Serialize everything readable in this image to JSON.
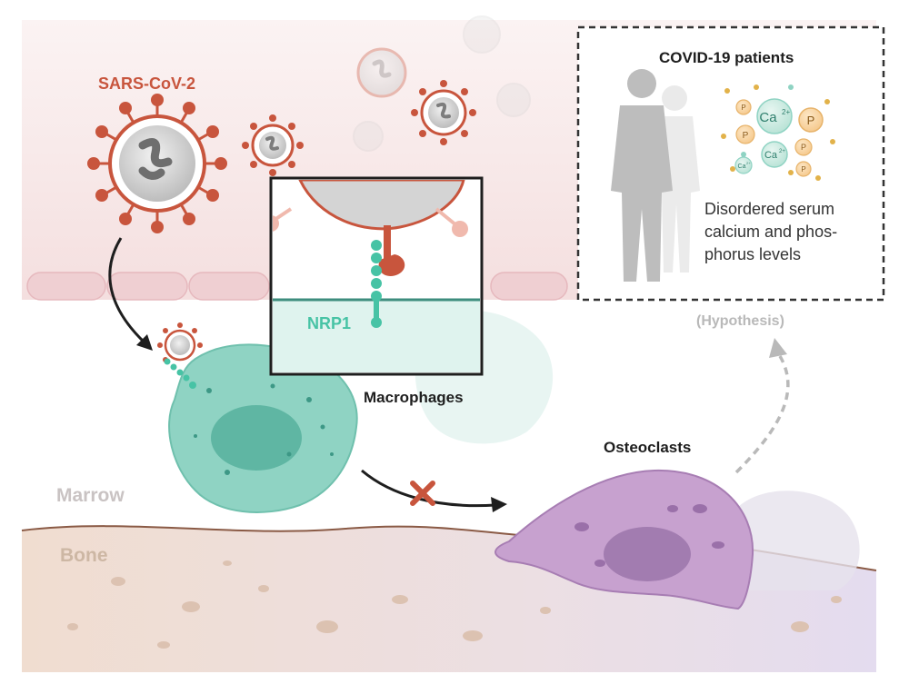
{
  "labels": {
    "virus": "SARS-CoV-2",
    "receptor": "NRP1",
    "macrophages": "Macrophages",
    "osteoclasts": "Osteoclasts",
    "marrow": "Marrow",
    "bone": "Bone",
    "hypothesis": "(Hypothesis)"
  },
  "patients_box": {
    "title": "COVID-19 patients",
    "description_lines": [
      "Disordered serum",
      "calcium and phos-",
      "phorus levels"
    ],
    "ion_labels": {
      "calcium": "Ca",
      "calcium_charge": "2+",
      "phosphorus": "P"
    }
  },
  "colors": {
    "virus_red": "#c8553d",
    "nrp1_teal": "#47c3a5",
    "macrophage": "#8fd3c3",
    "osteoclast": "#c7a1cf",
    "bone": "#ead9cc",
    "tissue_pink": "#f6e4e4"
  }
}
